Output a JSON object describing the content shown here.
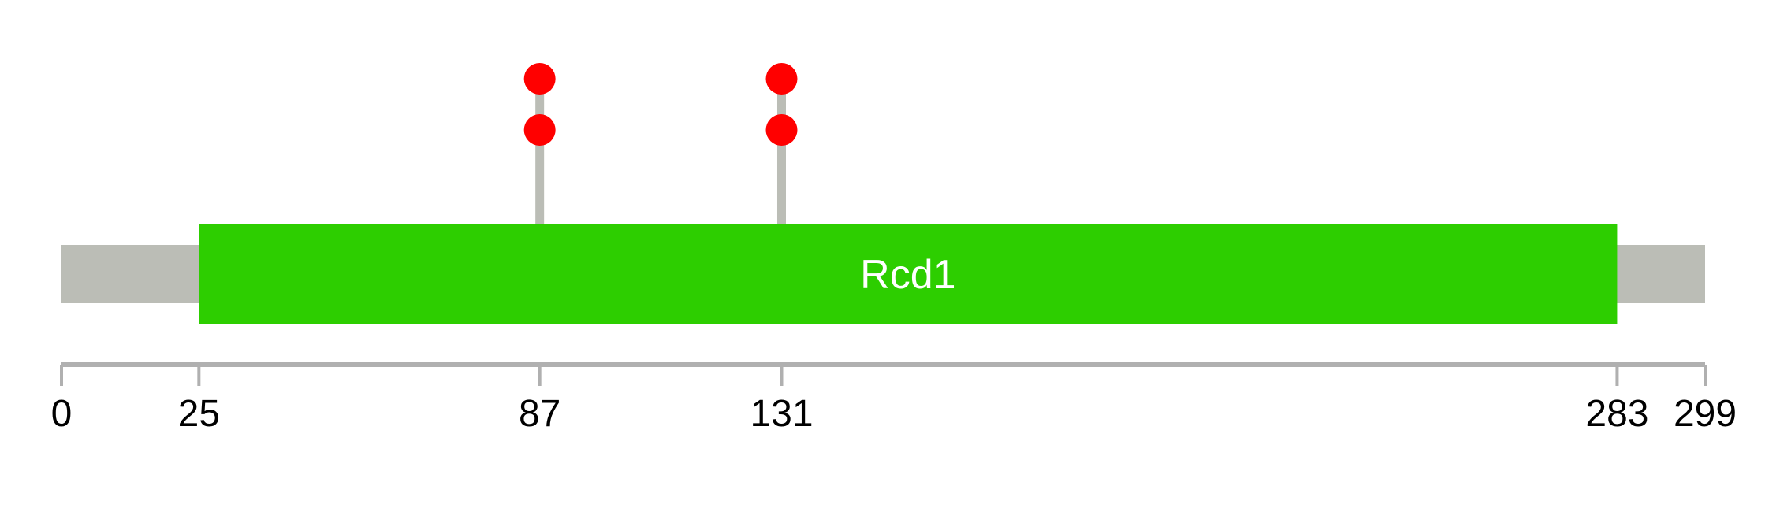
{
  "protein": {
    "length": 299,
    "backbone_color": "#bbbdb6",
    "domains": [
      {
        "name": "Rcd1",
        "start": 25,
        "end": 283,
        "color": "#2dce00",
        "label_color": "#ffffff"
      }
    ]
  },
  "mutations": [
    {
      "position": 87,
      "count": 2,
      "color": "#ff0000"
    },
    {
      "position": 131,
      "count": 2,
      "color": "#ff0000"
    }
  ],
  "axis": {
    "ticks": [
      "0",
      "25",
      "87",
      "131",
      "283",
      "299"
    ],
    "tick_values": [
      0,
      25,
      87,
      131,
      283,
      299
    ],
    "color": "#b0b0b0"
  }
}
